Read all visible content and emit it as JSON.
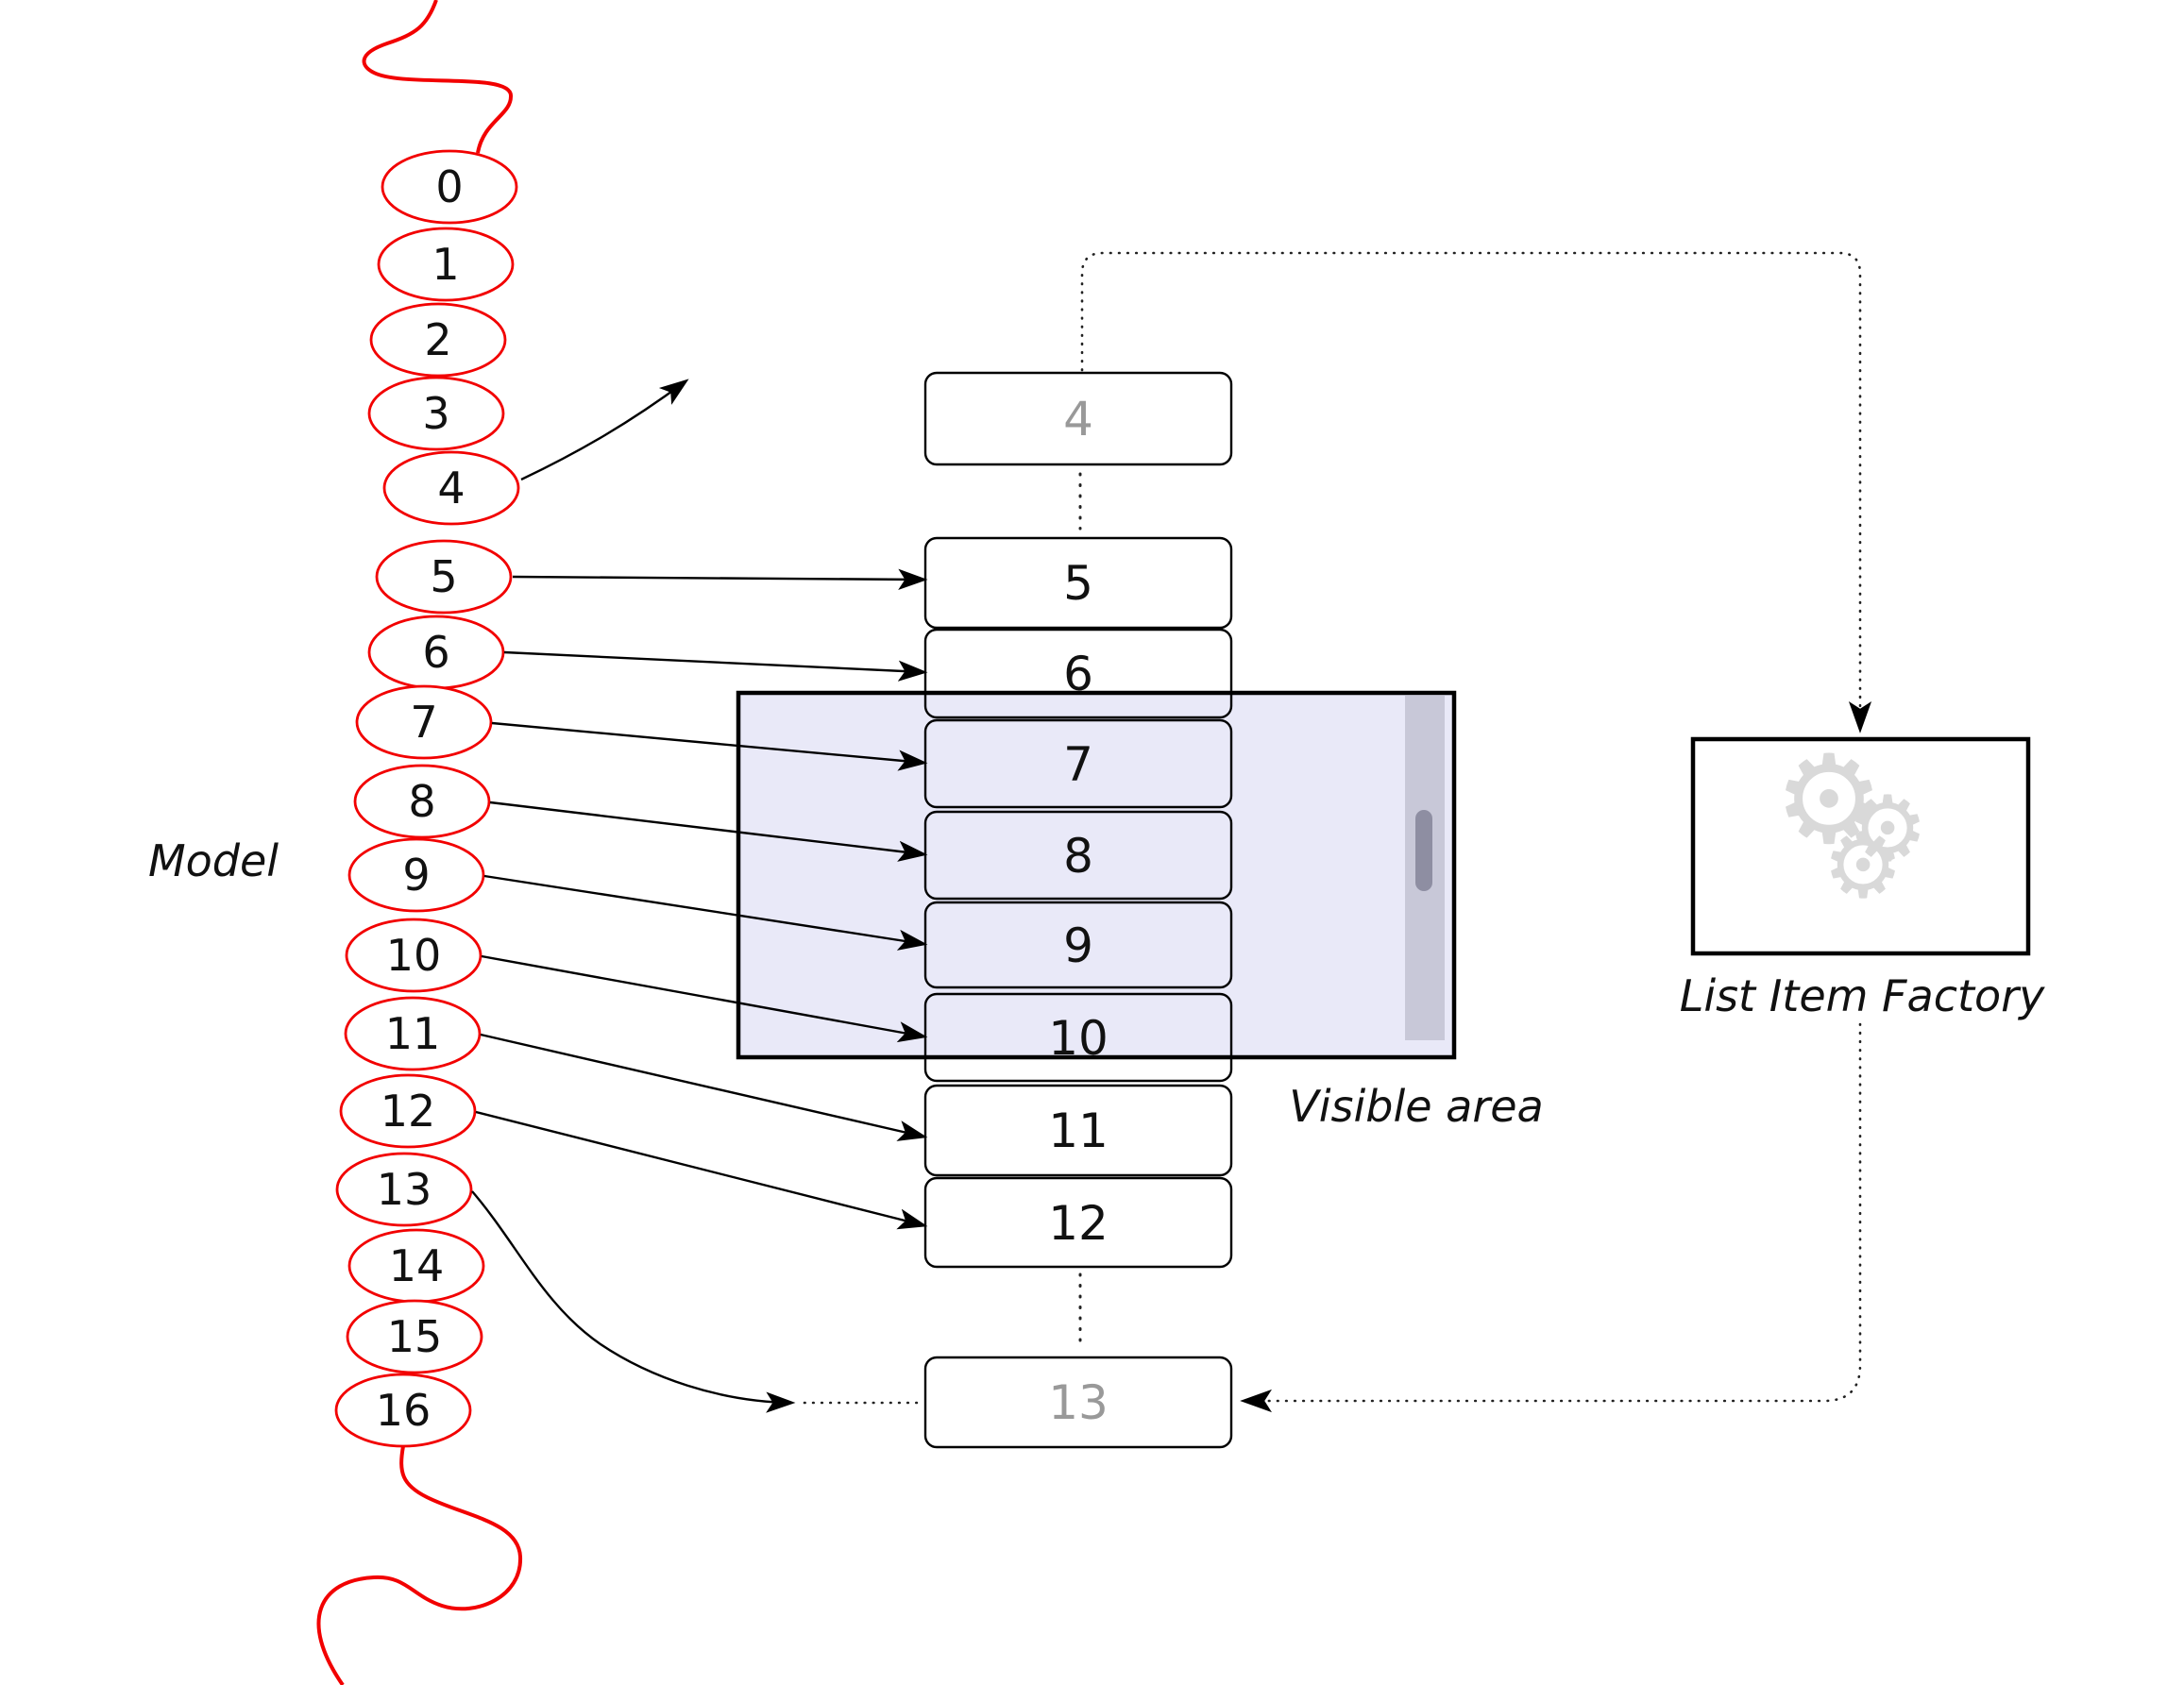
{
  "labels": {
    "model": "Model",
    "visible_area": "Visible area",
    "factory": "List Item Factory"
  },
  "model_items": [
    {
      "label": "0"
    },
    {
      "label": "1"
    },
    {
      "label": "2"
    },
    {
      "label": "3"
    },
    {
      "label": "4"
    },
    {
      "label": "5"
    },
    {
      "label": "6"
    },
    {
      "label": "7"
    },
    {
      "label": "8"
    },
    {
      "label": "9"
    },
    {
      "label": "10"
    },
    {
      "label": "11"
    },
    {
      "label": "12"
    },
    {
      "label": "13"
    },
    {
      "label": "14"
    },
    {
      "label": "15"
    },
    {
      "label": "16"
    }
  ],
  "list_items": [
    {
      "label": "4",
      "muted": true
    },
    {
      "label": "5",
      "muted": false
    },
    {
      "label": "6",
      "muted": false
    },
    {
      "label": "7",
      "muted": false
    },
    {
      "label": "8",
      "muted": false
    },
    {
      "label": "9",
      "muted": false
    },
    {
      "label": "10",
      "muted": false
    },
    {
      "label": "11",
      "muted": false
    },
    {
      "label": "12",
      "muted": false
    },
    {
      "label": "13",
      "muted": true
    }
  ],
  "icons": {
    "gear": "⚙"
  },
  "colors": {
    "model_outline": "#f20000",
    "line": "#000000",
    "visible_area_fill": "#e9e9f8",
    "scrollbar_track": "#c8c8d8",
    "scrollbar_thumb": "#8e8ea2",
    "muted_text": "#999999",
    "text": "#111111",
    "gear": "#d9d9d9"
  }
}
